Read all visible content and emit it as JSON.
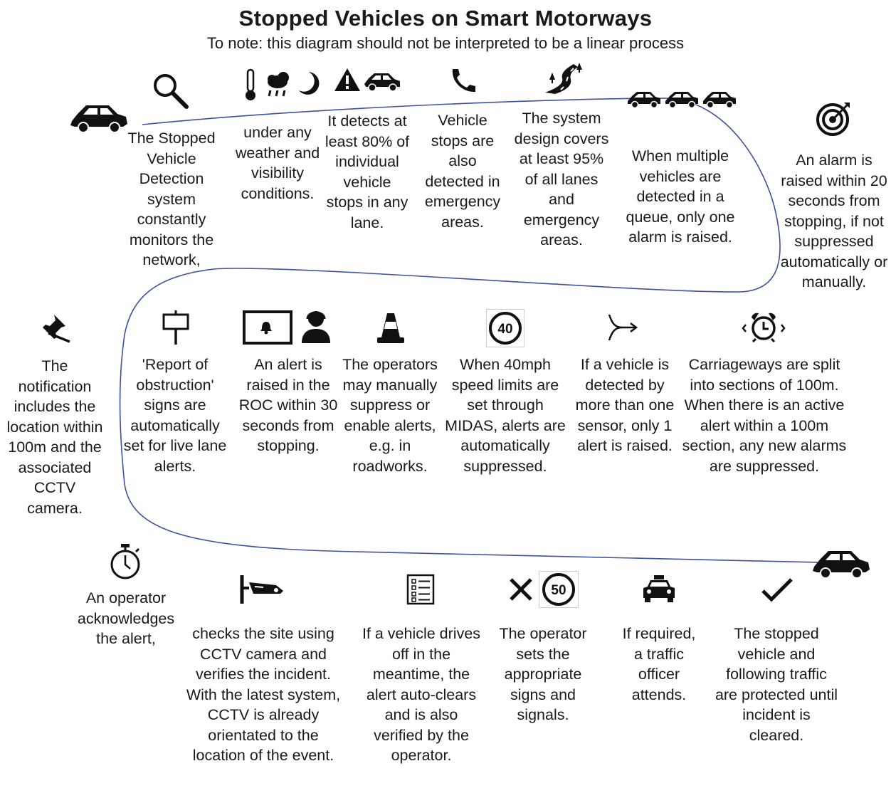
{
  "title": "Stopped Vehicles on Smart Motorways",
  "subtitle": "To note: this diagram should not be interpreted to be a linear process",
  "steps": [
    {
      "text": "The Stopped Vehicle Detection system constantly monitors the network,",
      "icon": "magnifier-icon"
    },
    {
      "text": "under any weather and visibility conditions.",
      "icon": "weather-icon"
    },
    {
      "text": "It detects at least 80% of individual vehicle stops in any lane.",
      "icon": "warning-car-icon"
    },
    {
      "text": "Vehicle stops are also detected in emergency areas.",
      "icon": "phone-icon"
    },
    {
      "text": "The system design covers at least 95% of all lanes and emergency areas.",
      "icon": "road-icon"
    },
    {
      "text": "When multiple vehicles are detected in a queue, only one alarm is raised.",
      "icon": "queue-cars-icon"
    },
    {
      "text": "An alarm is raised within 20 seconds from stopping, if not suppressed automatically or manually.",
      "icon": "target-icon"
    },
    {
      "text": "Carriageways are split into sections of 100m. When there is an active alert within a 100m section, any new alarms are suppressed.",
      "icon": "alarm-clock-icon"
    },
    {
      "text": "If a vehicle is detected by more than one sensor, only 1 alert is raised.",
      "icon": "merge-arrow-icon"
    },
    {
      "text": "When 40mph speed limits are set through MIDAS, alerts are automatically suppressed.",
      "icon": "speed-40-icon",
      "sign": "40"
    },
    {
      "text": "The operators may manually suppress or enable alerts, e.g. in roadworks.",
      "icon": "cone-icon"
    },
    {
      "text": "An alert is raised in the ROC within 30 seconds from stopping.",
      "icon": "monitor-operator-icon"
    },
    {
      "text": "'Report of obstruction' signs are automatically set for live lane alerts.",
      "icon": "signpost-icon"
    },
    {
      "text": "The notification includes the location within 100m and the associated CCTV camera.",
      "icon": "pin-icon"
    },
    {
      "text": "An operator acknowledges the alert,",
      "icon": "stopwatch-icon"
    },
    {
      "text": "checks the site using CCTV camera and verifies the incident. With the latest system, CCTV is already orientated to the location of the event.",
      "icon": "cctv-icon"
    },
    {
      "text": "If a vehicle drives off in the meantime, the alert auto-clears and is also verified by the operator.",
      "icon": "checklist-icon"
    },
    {
      "text": "The operator sets the appropriate signs and signals.",
      "icon": "cross-speed-50-icon",
      "sign": "50"
    },
    {
      "text": "If required, a traffic officer attends.",
      "icon": "patrol-car-icon"
    },
    {
      "text": "The stopped vehicle and following traffic are protected until incident is cleared.",
      "icon": "checkmark-icon"
    }
  ]
}
